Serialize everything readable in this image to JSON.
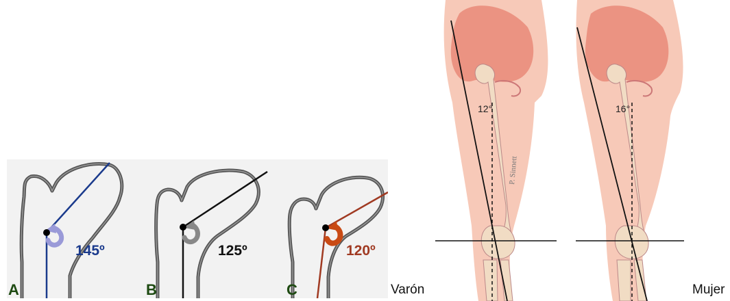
{
  "femur_panels": [
    {
      "letter": "A",
      "angle": "145º",
      "color": "#1a3a8c"
    },
    {
      "letter": "B",
      "angle": "125º",
      "color": "#111111"
    },
    {
      "letter": "C",
      "angle": "120º",
      "color": "#a03a22"
    }
  ],
  "letter_color": "#1e4a12",
  "arrow_colors": {
    "A": "#9a9ad8",
    "B": "#888888",
    "C": "#c94a14"
  },
  "legs": [
    {
      "label": "Varón",
      "angle": "12°"
    },
    {
      "label": "Mujer",
      "angle": "16°"
    }
  ],
  "skin_color": "#f7c9b8",
  "bone_color": "#f1dcc4"
}
